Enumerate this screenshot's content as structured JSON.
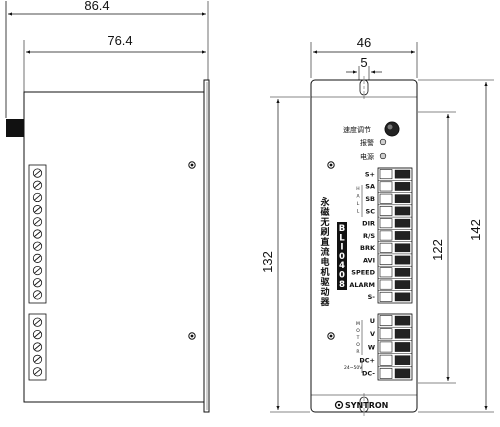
{
  "dimensions": {
    "side_total_width": "86.4",
    "side_body_width": "76.4",
    "front_width": "46",
    "slot_width": "5",
    "height_outer": "142",
    "height_mid": "122",
    "height_body": "132"
  },
  "panel": {
    "speed_label": "速度调节",
    "alarm_label": "报警",
    "power_label": "电源",
    "product_name_lines": [
      "永",
      "磁",
      "无",
      "刷",
      "直",
      "流",
      "电",
      "机",
      "驱",
      "动",
      "器"
    ],
    "model_chars": [
      "B",
      "L",
      "I",
      "0",
      "4",
      "0",
      "8"
    ],
    "brand": "SYNTRON",
    "hall_letters": [
      "H",
      "A",
      "L",
      "L"
    ],
    "motor_letters": [
      "M",
      "O",
      "T",
      "O",
      "R"
    ],
    "supply_note": "24~50V"
  },
  "terminals_upper": [
    "S+",
    "SA",
    "SB",
    "SC",
    "DIR",
    "R/S",
    "BRK",
    "AVI",
    "SPEED",
    "ALARM",
    "S-"
  ],
  "terminals_lower": [
    "U",
    "V",
    "W",
    "DC+",
    "DC-"
  ]
}
